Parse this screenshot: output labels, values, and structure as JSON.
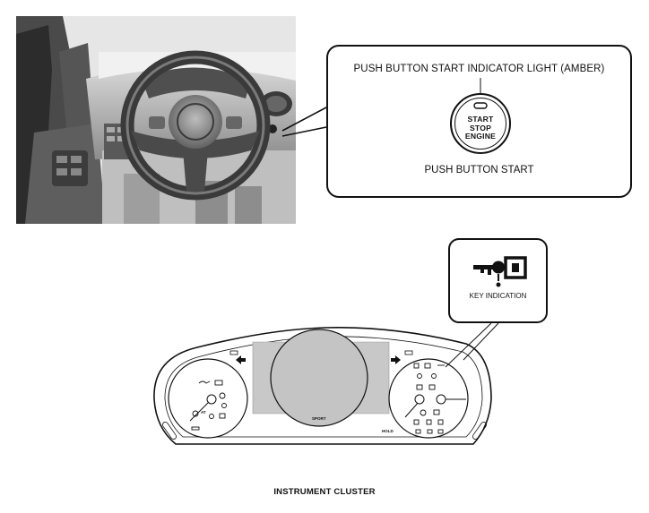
{
  "callout": {
    "indicator_label": "PUSH BUTTON START INDICATOR LIGHT (AMBER)",
    "button_label": "PUSH BUTTON START",
    "button_text": [
      "START",
      "STOP",
      "ENGINE"
    ]
  },
  "key_box": {
    "label": "KEY INDICATION",
    "icon": "key-indication-icon"
  },
  "cluster": {
    "sport_text": "SPORT",
    "hold_text": "HOLD",
    "at_text": "AT"
  },
  "caption": "INSTRUMENT CLUSTER",
  "colors": {
    "line": "#111111",
    "display_fill": "#c8c8c8"
  }
}
